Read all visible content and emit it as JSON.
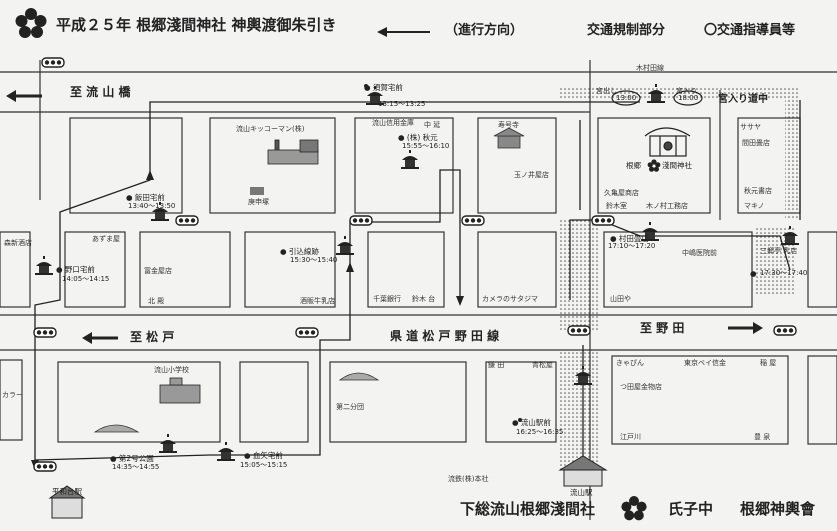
{
  "header": {
    "title": "平成２５年 根郷淺間神社 神輿渡御朱引き",
    "direction": "（進行方向）",
    "traffic_control": "交通規制部分",
    "guide_legend": "〇交通指導員等"
  },
  "roads": {
    "to_nagareyama_bridge": "至 流 山 橋",
    "to_matsudo": "至 松 戸",
    "to_noda": "至 野 田",
    "prefectural_road": "県 道 松 戸 野 田 線",
    "miyairi_lane": "宮入り道中",
    "kimura_road": "木村田線"
  },
  "stops": [
    {
      "name": "● 須賀宅前",
      "time": "13:15～13:25"
    },
    {
      "name": "● 飯田宅前",
      "time": "13:40～13:50"
    },
    {
      "name": "● (株) 秋元",
      "time": "15:55～16:10"
    },
    {
      "name": "● 野口宅前",
      "time": "14:05～14:15"
    },
    {
      "name": "● 引込線跡",
      "time": "15:30～15:40"
    },
    {
      "name": "● 村田畳店",
      "time": "17:10～17:20"
    },
    {
      "name": "●",
      "time": "17:30～17:40"
    },
    {
      "name": "● 流山駅前",
      "time": "16:25～16:35"
    },
    {
      "name": "● 第2号公園",
      "time": "14:35～14:55"
    },
    {
      "name": "● 血矢宅前",
      "time": "15:05～15:15"
    }
  ],
  "shrine": {
    "name": "根郷",
    "name2": "淺間神社",
    "depart_label": "宮出し",
    "depart_time": "13:00",
    "return_label": "宮入り",
    "return_time": "18:00"
  },
  "places": {
    "kikkoman": "流山キッコーマン(株)",
    "koshin": "庚申塚",
    "bank": "流山信用金庫",
    "jukoji": "寿号寺",
    "tamanoiya": "玉ノ井屋店",
    "kuki_shoten": "久亀屋商店",
    "kitsune": "鈴木室",
    "kinoshita": "木ノ村工務店",
    "sasaya": "ササヤ",
    "mamada": "間田畳店",
    "akimoto_shoten": "秋元書店",
    "makino": "マキノ",
    "nakamura_clinic": "中嶋医院前",
    "sanri": "三郷亭\n乳店",
    "yamaya": "山田や",
    "azumaya": "あずま屋",
    "morishin": "森新酒店",
    "kanetoku": "冨金屋店",
    "kitaoka": "北 殿",
    "sake_gyu": "酒販牛乳店",
    "chiba_bank": "千葉銀行",
    "koudai": "鈴木 台",
    "camera": "カメラのサタジマ",
    "nakagami": "中 延",
    "school": "流山小学校",
    "daini": "第二分団",
    "ryutsu_honsha": "流鉄(株)本社",
    "kiyuniya": "きゃぴん",
    "tokyo_bell": "東京ベイ信金",
    "tsuchidaya": "つ田屋金物店",
    "edogawa": "江戸川",
    "honten": "稲 屋",
    "nagareyama_station": "流山駅",
    "hiwadai_station": "平和台駅",
    "kamiya": "鎌 田",
    "shimomatsu": "青松屋",
    "kariha": "カラー",
    "toyo": "豊 泉",
    "dai": "中 延"
  },
  "footer": {
    "org": "下総流山根郷淺間社",
    "ujiko": "氏子中",
    "assoc": "根郷神輿會"
  },
  "colors": {
    "paper": "#f3f3f1",
    "ink": "#222222",
    "block": "#333333"
  },
  "icons": [
    "sakura-icon",
    "arrow-left-icon",
    "arrow-right-icon",
    "mikoshi-icon",
    "traffic-signal-icon",
    "shrine-icon",
    "factory-icon",
    "station-icon",
    "school-icon",
    "park-icon"
  ]
}
